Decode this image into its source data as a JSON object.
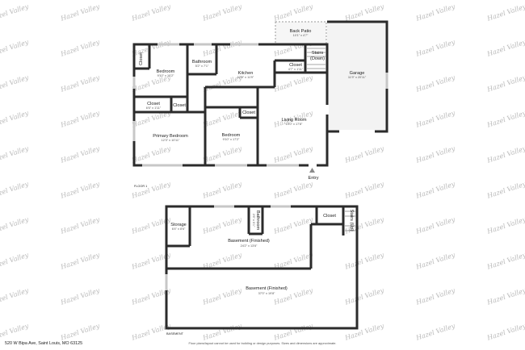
{
  "watermark": {
    "brand": "Hazel Valley",
    "tagline": ""
  },
  "floors": [
    {
      "label": "FLOOR 1",
      "rooms": [
        {
          "id": "back-patio",
          "name": "Back Patio",
          "dim": "10'1\" x 4'7\""
        },
        {
          "id": "stairs-down",
          "name": "Stairs (Down)",
          "dim": ""
        },
        {
          "id": "garage",
          "name": "Garage",
          "dim": "11'9\" x 20'11\""
        },
        {
          "id": "closet-1",
          "name": "Closet",
          "dim": ""
        },
        {
          "id": "bedroom-1",
          "name": "Bedroom",
          "dim": "9'10\" x 10'2\""
        },
        {
          "id": "bathroom-1",
          "name": "Bathroom",
          "dim": "5'2\" x 7'1\""
        },
        {
          "id": "kitchen",
          "name": "Kitchen",
          "dim": "12'8\" x 11'9\""
        },
        {
          "id": "closet-2",
          "name": "Closet",
          "dim": "4'7\" x 1'11\""
        },
        {
          "id": "closet-3",
          "name": "Closet",
          "dim": "6'6\" x 1'11\""
        },
        {
          "id": "closet-4",
          "name": "Closet",
          "dim": ""
        },
        {
          "id": "closet-5",
          "name": "Closet",
          "dim": ""
        },
        {
          "id": "living-room",
          "name": "Living Room",
          "dim": "19'0\" x 17'8\""
        },
        {
          "id": "primary-bedroom",
          "name": "Primary Bedroom",
          "dim": "12'3\" x 10'11\""
        },
        {
          "id": "bedroom-2",
          "name": "Bedroom",
          "dim": "9'10\" x 17'2\""
        }
      ],
      "entry": "Entry"
    },
    {
      "label": "BASEMENT",
      "rooms": [
        {
          "id": "storage",
          "name": "Storage",
          "dim": "6'4\" x 8'6\""
        },
        {
          "id": "bathroom-2",
          "name": "Bathroom",
          "dim": "2'6\" x 5'1\""
        },
        {
          "id": "closet-6",
          "name": "Closet",
          "dim": ""
        },
        {
          "id": "stairs-up",
          "name": "Stairs (Up)",
          "dim": ""
        },
        {
          "id": "basement-1",
          "name": "Basement (Finished)",
          "dim": "24'2\" x 13'6\""
        },
        {
          "id": "basement-2",
          "name": "Basement (Finished)",
          "dim": "37'0\" x 19'8\""
        }
      ]
    }
  ],
  "footer": {
    "address": "520 W Bipa Ave, Saint Louis, MO 63125",
    "disclaimer": "Floor plans/layout cannot be used for building or design purposes. Sizes and dimensions are approximate."
  }
}
